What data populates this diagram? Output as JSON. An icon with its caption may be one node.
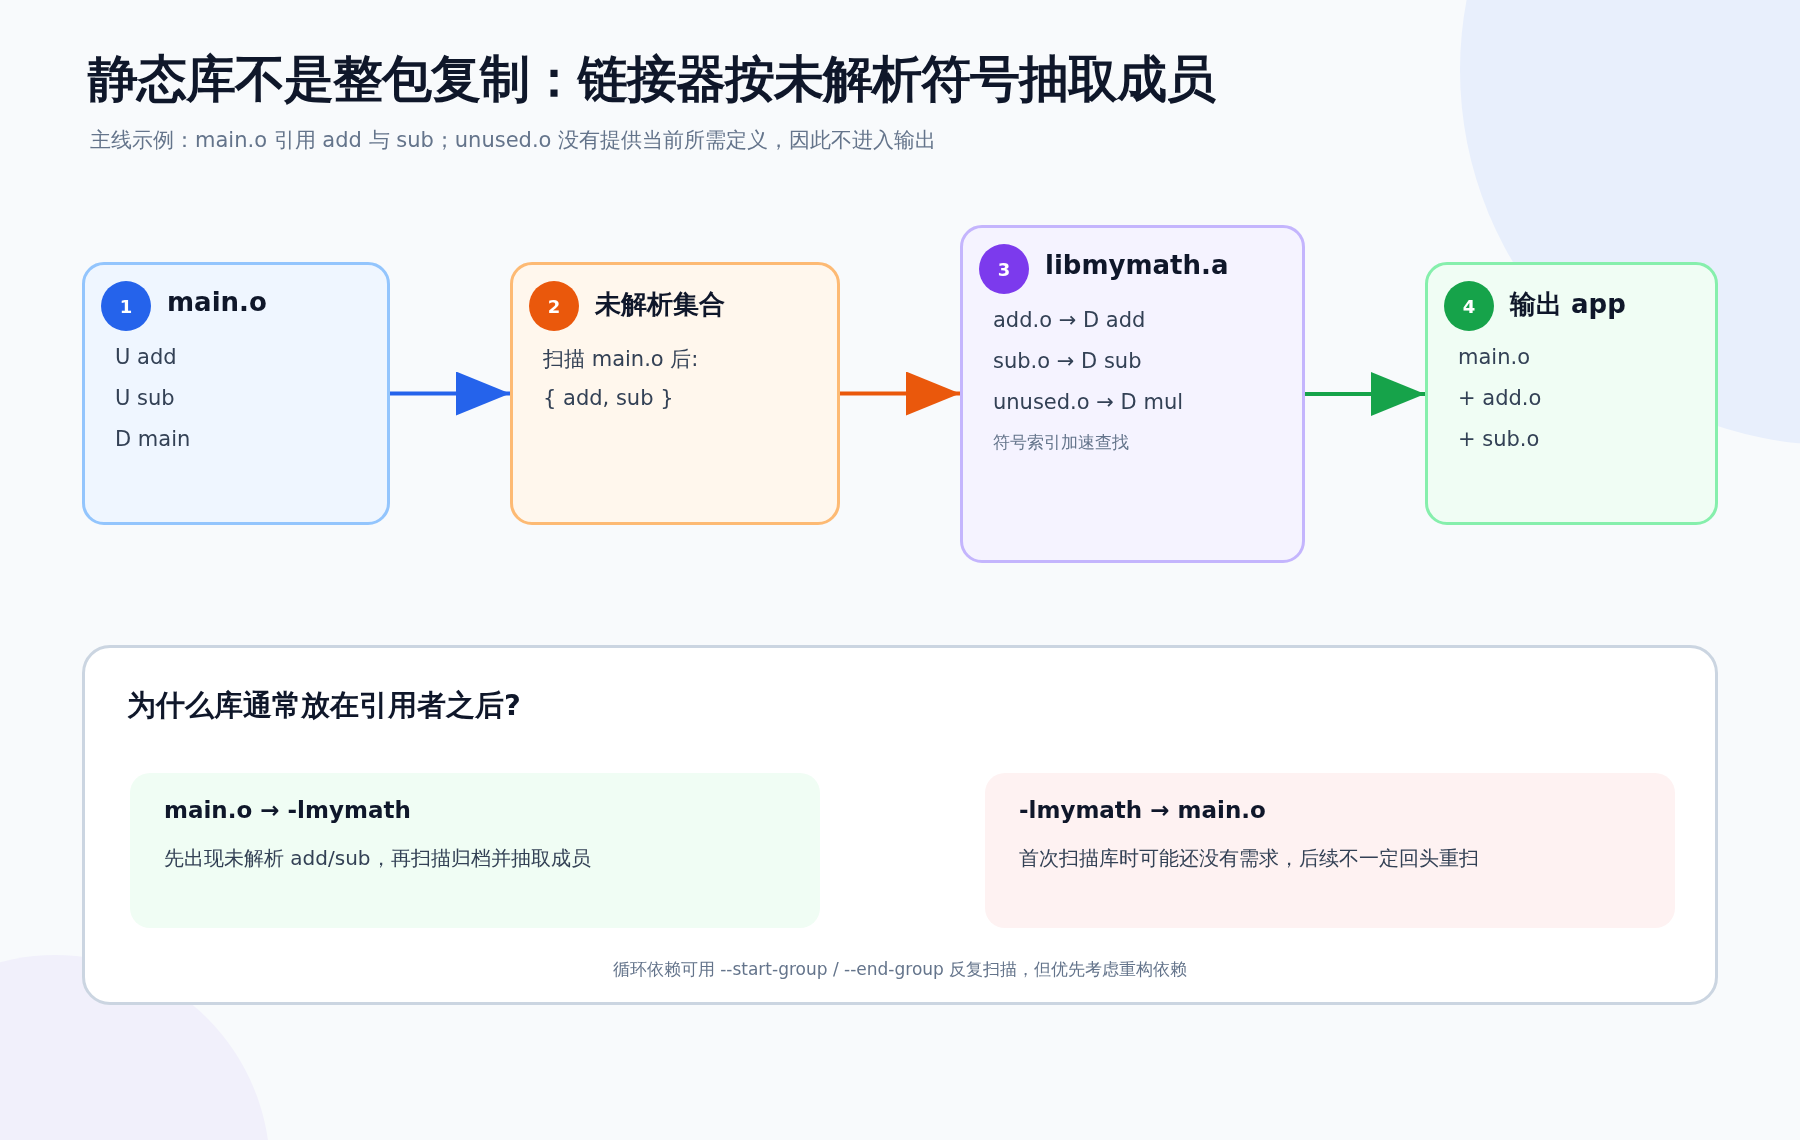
{
  "diagram": {
    "title": "静态库不是整包复制：链接器按未解析符号抽取成员",
    "caption": "主线示例：main.o 引用 add 与 sub；unused.o 没有提供当前所需定义，因此不进入输出",
    "nodes": [
      {
        "text": [
          "1",
          "main.o",
          "U add",
          "U sub",
          "D main"
        ]
      },
      {
        "text": [
          "2",
          "未解析集合",
          "扫描 main.o 后:",
          "{ add, sub }"
        ]
      },
      {
        "text": [
          "3",
          "libmymath.a",
          "add.o → D add",
          "sub.o → D sub",
          "unused.o → D mul",
          "符号索引加速查找"
        ]
      },
      {
        "text": [
          "4",
          "输出 app",
          "main.o",
          "+ add.o",
          "+ sub.o"
        ]
      },
      {
        "text": [
          "为什么库通常放在引用者之后?",
          "循环依赖可用 --start-group / --end-group 反复扫描，但优先考虑重构依赖"
        ]
      },
      {
        "text": [
          "main.o → -lmymath",
          "先出现未解析 add/sub，再扫描归档并抽取成员"
        ],
        "in": 4
      },
      {
        "text": [
          "-lmymath → main.o",
          "首次扫描库时可能还没有需求，后续不一定回头重扫"
        ],
        "in": 4
      }
    ],
    "edges": [
      {
        "from": 0,
        "to": 1,
        "arrow": "to",
        "color": "#2563eb"
      },
      {
        "from": 1,
        "to": 2,
        "arrow": "to",
        "color": "#ea580c"
      },
      {
        "from": 2,
        "to": 3,
        "arrow": "to",
        "color": "#16a34a"
      }
    ]
  }
}
